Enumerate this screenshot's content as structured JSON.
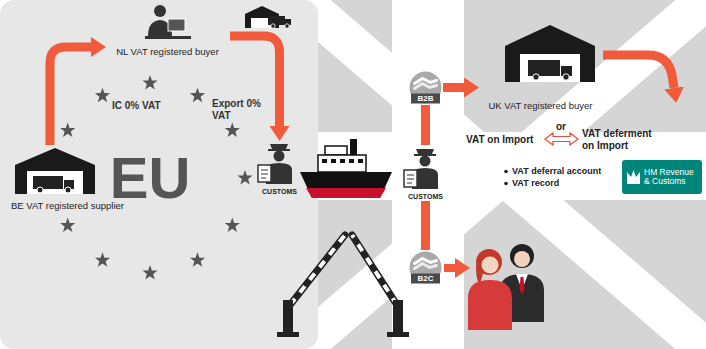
{
  "diagram": {
    "nodes": [
      {
        "text": [
          "BE VAT registered supplier"
        ]
      },
      {
        "text": [
          "NL VAT registered buyer"
        ]
      },
      {
        "text": [
          "CUSTOMS"
        ]
      },
      {
        "text": [
          "CUSTOMS"
        ]
      },
      {
        "text": [
          "B2B"
        ]
      },
      {
        "text": [
          "UK VAT registered buyer"
        ]
      },
      {
        "text": [
          "HM Revenue & Customs"
        ]
      },
      {
        "text": [
          "B2C"
        ]
      }
    ],
    "edges": [
      {
        "from": 0,
        "to": 1,
        "arrow": "to"
      },
      {
        "from": 1,
        "to": 2,
        "arrow": "to"
      },
      {
        "from": 3,
        "to": 4,
        "arrow": "none"
      },
      {
        "from": 4,
        "to": 5,
        "arrow": "to"
      },
      {
        "from": 3,
        "to": 7,
        "arrow": "none"
      }
    ],
    "labels": [
      "IC 0% VAT",
      "Export 0% VAT",
      "EU",
      "VAT on Import",
      "or",
      "VAT deferment on Import",
      "VAT deferral account",
      "VAT record"
    ]
  }
}
